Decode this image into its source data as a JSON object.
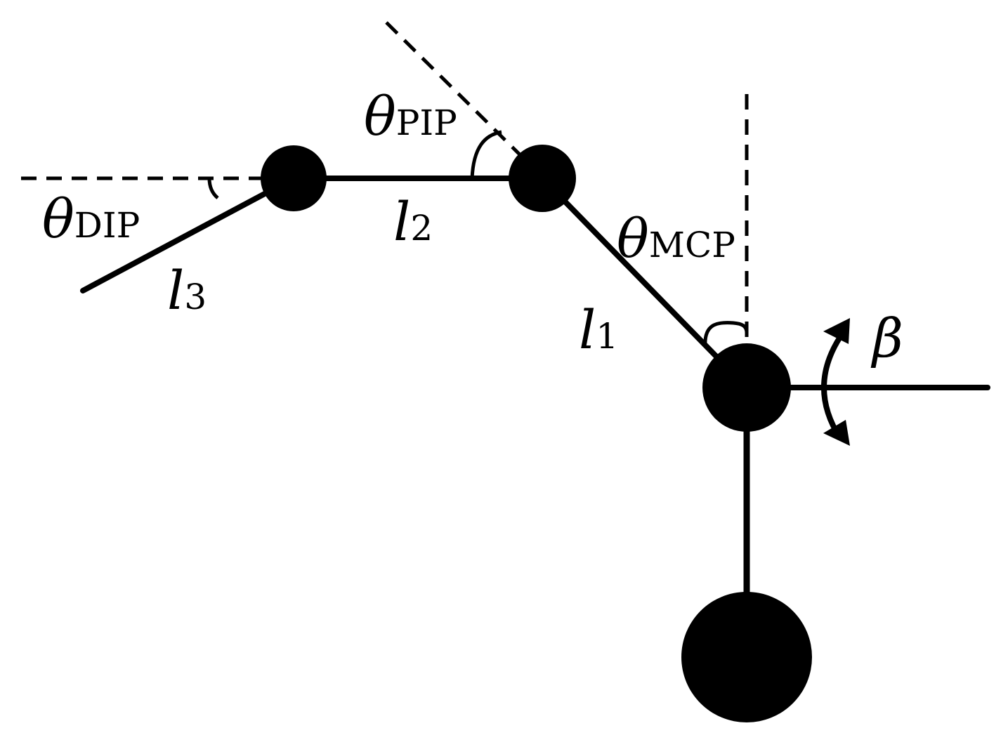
{
  "diagram": {
    "labels": {
      "theta_symbol": "θ",
      "dip_subscript": "DIP",
      "pip_subscript": "PIP",
      "mcp_subscript": "MCP",
      "l_symbol": "l",
      "l1_subscript": "1",
      "l2_subscript": "2",
      "l3_subscript": "3",
      "beta": "β"
    },
    "colors": {
      "ink": "#000000",
      "background": "#ffffff"
    }
  }
}
